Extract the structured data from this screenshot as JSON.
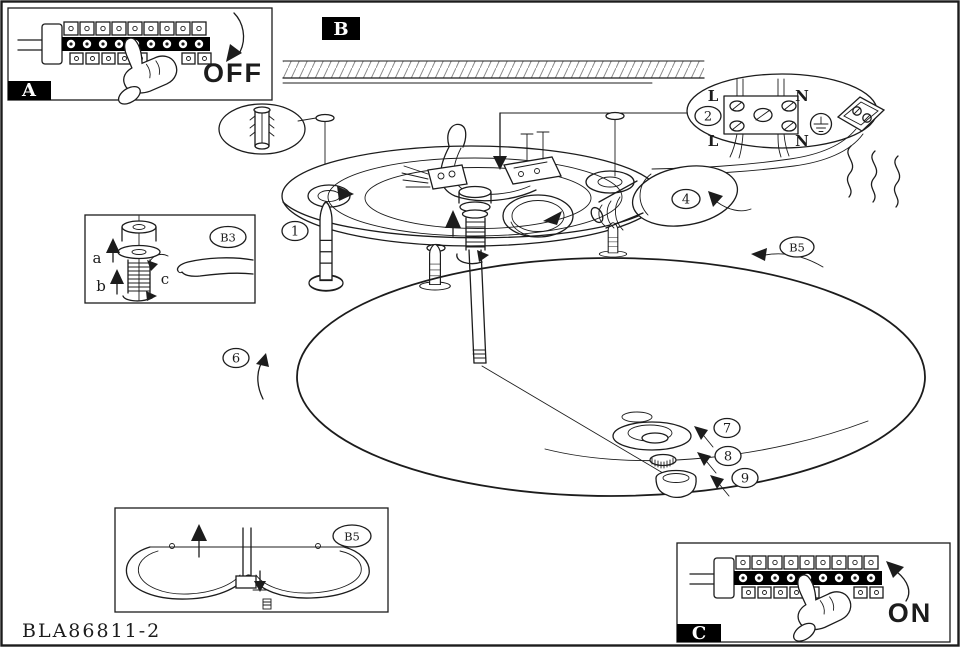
{
  "part_number": "BLA86811-2",
  "panel_a": {
    "tab": "A",
    "action": "OFF"
  },
  "label_b": "B",
  "panel_c": {
    "tab": "C",
    "action": "ON"
  },
  "wiring_callout": {
    "step": "2",
    "l_top": "L",
    "n_top": "N",
    "l_bottom": "L",
    "n_bottom": "N"
  },
  "b3_detail": {
    "title": "B3",
    "step_a": "a",
    "step_b": "b",
    "step_c": "c"
  },
  "b5_detail": {
    "title": "B5"
  },
  "steps": {
    "s1": "1",
    "s4": "4",
    "s6": "6",
    "s7": "7",
    "s8": "8",
    "s9": "9",
    "b3": "B3",
    "b5": "B5"
  },
  "colors": {
    "ink": "#1c1c1c",
    "paper": "#ffffff",
    "tab_bg": "#000000",
    "tab_fg": "#ffffff",
    "hatch": "#8a8a8a"
  }
}
